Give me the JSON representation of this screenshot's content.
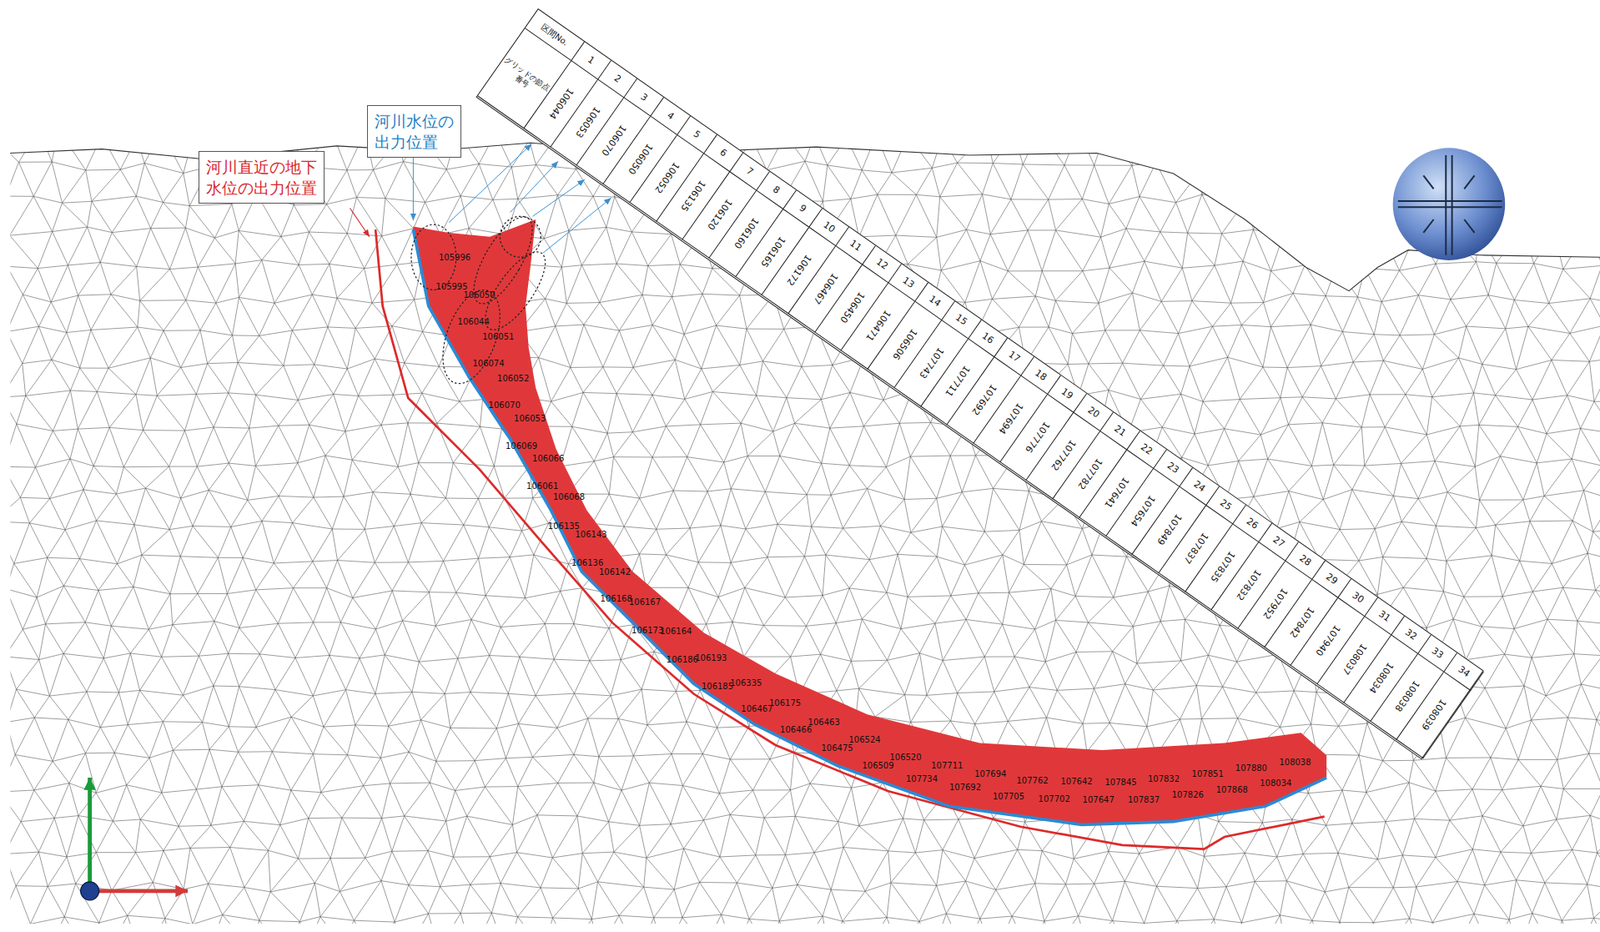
{
  "diagram": {
    "nodes": [
      {
        "text": [
          "河川直近の地下水位の出力位置"
        ]
      },
      {
        "text": [
          "河川水位の出力位置"
        ]
      }
    ],
    "labels": [
      "区間No.",
      "グリッドの節点番号",
      "1",
      "2",
      "3",
      "4",
      "5",
      "6",
      "7",
      "8",
      "9",
      "10",
      "11",
      "12",
      "13",
      "14",
      "15",
      "16",
      "17",
      "18",
      "19",
      "20",
      "21",
      "22",
      "23",
      "24",
      "25",
      "26",
      "27",
      "28",
      "29",
      "30",
      "31",
      "32",
      "33",
      "34",
      "106044",
      "106053",
      "106070",
      "106050",
      "106052",
      "106135",
      "106120",
      "106160",
      "106165",
      "106172",
      "106467",
      "106450",
      "106471",
      "106506",
      "107743",
      "107711",
      "107692",
      "107694",
      "107776",
      "107762",
      "107782",
      "107641",
      "107654",
      "107849",
      "107837",
      "107835",
      "107832",
      "107952",
      "107842",
      "107940",
      "108037",
      "108034",
      "108038",
      "108039",
      "105996",
      "105995",
      "106050",
      "106044",
      "106051",
      "106074",
      "106052",
      "106070",
      "106053",
      "106069",
      "106066",
      "106061",
      "106068",
      "106135",
      "106143",
      "106136",
      "106142",
      "106168",
      "106167",
      "106173",
      "106164",
      "106186",
      "106193",
      "106185",
      "106335",
      "106467",
      "106175",
      "106466",
      "106463",
      "106475",
      "106524",
      "106509",
      "106520",
      "107734",
      "107711",
      "107692",
      "107694",
      "107705",
      "107762",
      "107702",
      "107642",
      "107647",
      "107845",
      "107837",
      "107832",
      "107826",
      "107851",
      "107868",
      "107880",
      "108034",
      "108038"
    ]
  }
}
